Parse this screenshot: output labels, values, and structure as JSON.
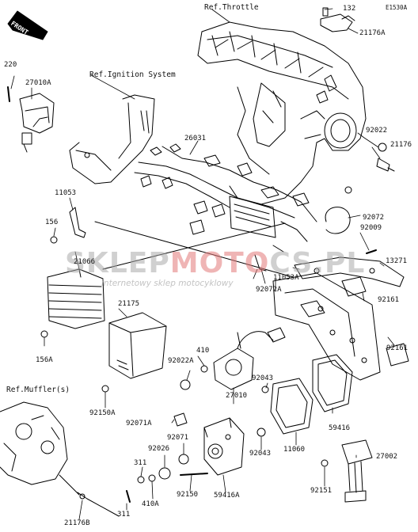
{
  "diagram": {
    "code": "E1530A",
    "front_label": "FRONT",
    "refs": {
      "throttle": "Ref.Throttle",
      "ignition": "Ref.Ignition System",
      "muffler": "Ref.Muffler(s)"
    },
    "watermark": {
      "left": "SKLEP",
      "middle": "MOTO",
      "right": "CS.PL",
      "sub": "internetowy sklep motocyklowy"
    },
    "part_numbers": {
      "p132": "132",
      "p21176A": "21176A",
      "p92022": "92022",
      "p21176": "21176",
      "p220": "220",
      "p27010A": "27010A",
      "p26031": "26031",
      "p11053": "11053",
      "p156": "156",
      "p92072": "92072",
      "p92009": "92009",
      "p13271": "13271",
      "p21066": "21066",
      "p92072A": "92072A",
      "p11053A": "11053A",
      "p92161a": "92161",
      "p21175": "21175",
      "p156A": "156A",
      "p410a": "410",
      "p92022A": "92022A",
      "p92161b": "92161",
      "p92043a": "92043",
      "p27010": "27010",
      "p92150A": "92150A",
      "p92071A": "92071A",
      "p92071": "92071",
      "p92026": "92026",
      "p59416": "59416",
      "p11060": "11060",
      "p92043b": "92043",
      "p27002": "27002",
      "p311a": "311",
      "p410A": "410A",
      "p92150": "92150",
      "p59416A": "59416A",
      "p92151": "92151",
      "p311b": "311",
      "p21176B": "21176B"
    }
  }
}
